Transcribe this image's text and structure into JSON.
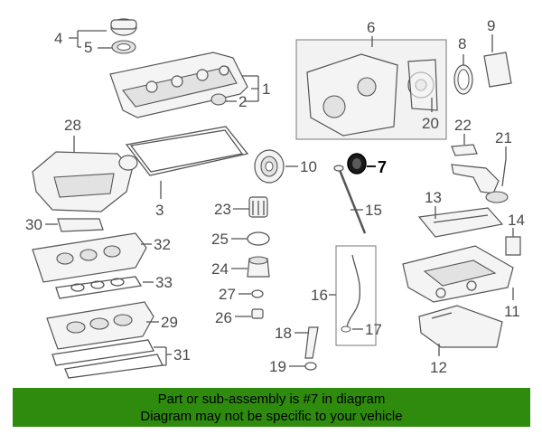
{
  "callouts": {
    "c1": "1",
    "c2": "2",
    "c3": "3",
    "c4": "4",
    "c5": "5",
    "c6": "6",
    "c7": "7",
    "c8": "8",
    "c9": "9",
    "c10": "10",
    "c11": "11",
    "c12": "12",
    "c13": "13",
    "c14": "14",
    "c15": "15",
    "c16": "16",
    "c17": "17",
    "c18": "18",
    "c19": "19",
    "c20": "20",
    "c21": "21",
    "c22": "22",
    "c23": "23",
    "c24": "24",
    "c25": "25",
    "c26": "26",
    "c27": "27",
    "c28": "28",
    "c29": "29",
    "c30": "30",
    "c31": "31",
    "c32": "32",
    "c33": "33"
  },
  "highlighted_part": "7",
  "colors": {
    "banner": "#2e8b0e",
    "highlight_part": "#1a1a1a"
  },
  "banner": {
    "line1": "Part or sub-assembly is #7 in diagram",
    "line2": "Diagram may not be specific to your vehicle"
  }
}
